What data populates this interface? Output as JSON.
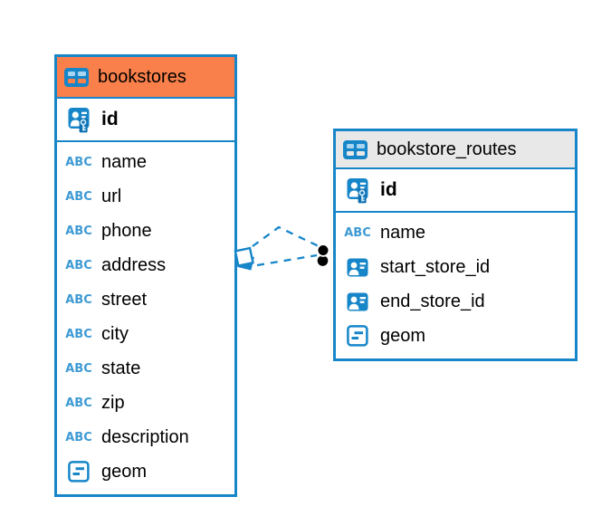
{
  "diagram": {
    "background": "#FFFFFF",
    "accent_color": "#1786C9",
    "text_type_label": "ABC",
    "connector": {
      "style": "dashed",
      "line_color": "#1786C9",
      "endpoint_color": "#000000",
      "source_anchor": "overlapping-squares",
      "target_anchor": "double-black-dot",
      "line_count": 2
    },
    "tables": [
      {
        "name": "bookstores",
        "header_bg": "#F9804A",
        "icon": "table-icon",
        "columns": [
          {
            "name": "id",
            "icon": "primary-key-icon",
            "primary": true
          },
          {
            "name": "name",
            "icon": "text-type-icon"
          },
          {
            "name": "url",
            "icon": "text-type-icon"
          },
          {
            "name": "phone",
            "icon": "text-type-icon"
          },
          {
            "name": "address",
            "icon": "text-type-icon"
          },
          {
            "name": "street",
            "icon": "text-type-icon"
          },
          {
            "name": "city",
            "icon": "text-type-icon"
          },
          {
            "name": "state",
            "icon": "text-type-icon"
          },
          {
            "name": "zip",
            "icon": "text-type-icon"
          },
          {
            "name": "description",
            "icon": "text-type-icon"
          },
          {
            "name": "geom",
            "icon": "geometry-type-icon"
          }
        ]
      },
      {
        "name": "bookstore_routes",
        "header_bg": "#E8E8E8",
        "icon": "table-icon",
        "columns": [
          {
            "name": "id",
            "icon": "primary-key-icon",
            "primary": true
          },
          {
            "name": "name",
            "icon": "text-type-icon"
          },
          {
            "name": "start_store_id",
            "icon": "reference-icon"
          },
          {
            "name": "end_store_id",
            "icon": "reference-icon"
          },
          {
            "name": "geom",
            "icon": "geometry-type-icon"
          }
        ]
      }
    ]
  }
}
